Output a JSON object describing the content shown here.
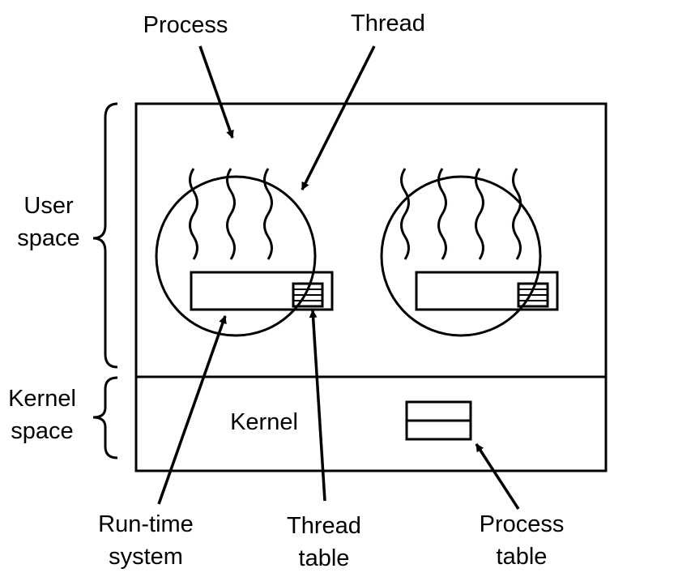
{
  "labels": {
    "process": "Process",
    "thread": "Thread",
    "user_space": [
      "User",
      "space"
    ],
    "kernel_space": [
      "Kernel",
      "space"
    ],
    "kernel": "Kernel",
    "runtime_system": [
      "Run-time",
      "system"
    ],
    "thread_table": [
      "Thread",
      "table"
    ],
    "process_table": [
      "Process",
      "table"
    ]
  },
  "processes": [
    {
      "threads": 3
    },
    {
      "threads": 4
    }
  ]
}
